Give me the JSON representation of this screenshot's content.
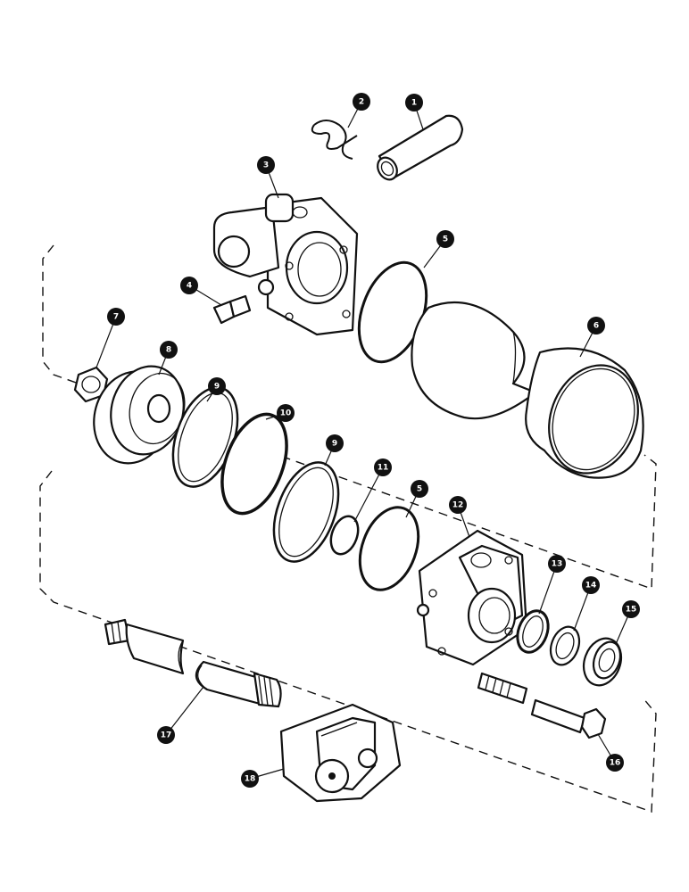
{
  "diagram": {
    "parts": [
      {
        "id": "1",
        "label": "1",
        "name": "pin"
      },
      {
        "id": "2",
        "label": "2",
        "name": "clip"
      },
      {
        "id": "3",
        "label": "3",
        "name": "base-end-cap"
      },
      {
        "id": "4",
        "label": "4",
        "name": "plug"
      },
      {
        "id": "5a",
        "label": "5",
        "name": "o-ring"
      },
      {
        "id": "6",
        "label": "6",
        "name": "cylinder-tube"
      },
      {
        "id": "7",
        "label": "7",
        "name": "nut"
      },
      {
        "id": "8",
        "label": "8",
        "name": "piston"
      },
      {
        "id": "9a",
        "label": "9",
        "name": "wear-ring"
      },
      {
        "id": "10",
        "label": "10",
        "name": "seal-ring"
      },
      {
        "id": "9b",
        "label": "9",
        "name": "wear-ring"
      },
      {
        "id": "11",
        "label": "11",
        "name": "o-ring-small"
      },
      {
        "id": "5b",
        "label": "5",
        "name": "o-ring"
      },
      {
        "id": "12",
        "label": "12",
        "name": "rod-end-cap"
      },
      {
        "id": "13",
        "label": "13",
        "name": "rod-seal"
      },
      {
        "id": "14",
        "label": "14",
        "name": "wiper-washer"
      },
      {
        "id": "15",
        "label": "15",
        "name": "wiper"
      },
      {
        "id": "16",
        "label": "16",
        "name": "bolt"
      },
      {
        "id": "17",
        "label": "17",
        "name": "piston-rod"
      },
      {
        "id": "18",
        "label": "18",
        "name": "clevis"
      }
    ]
  }
}
